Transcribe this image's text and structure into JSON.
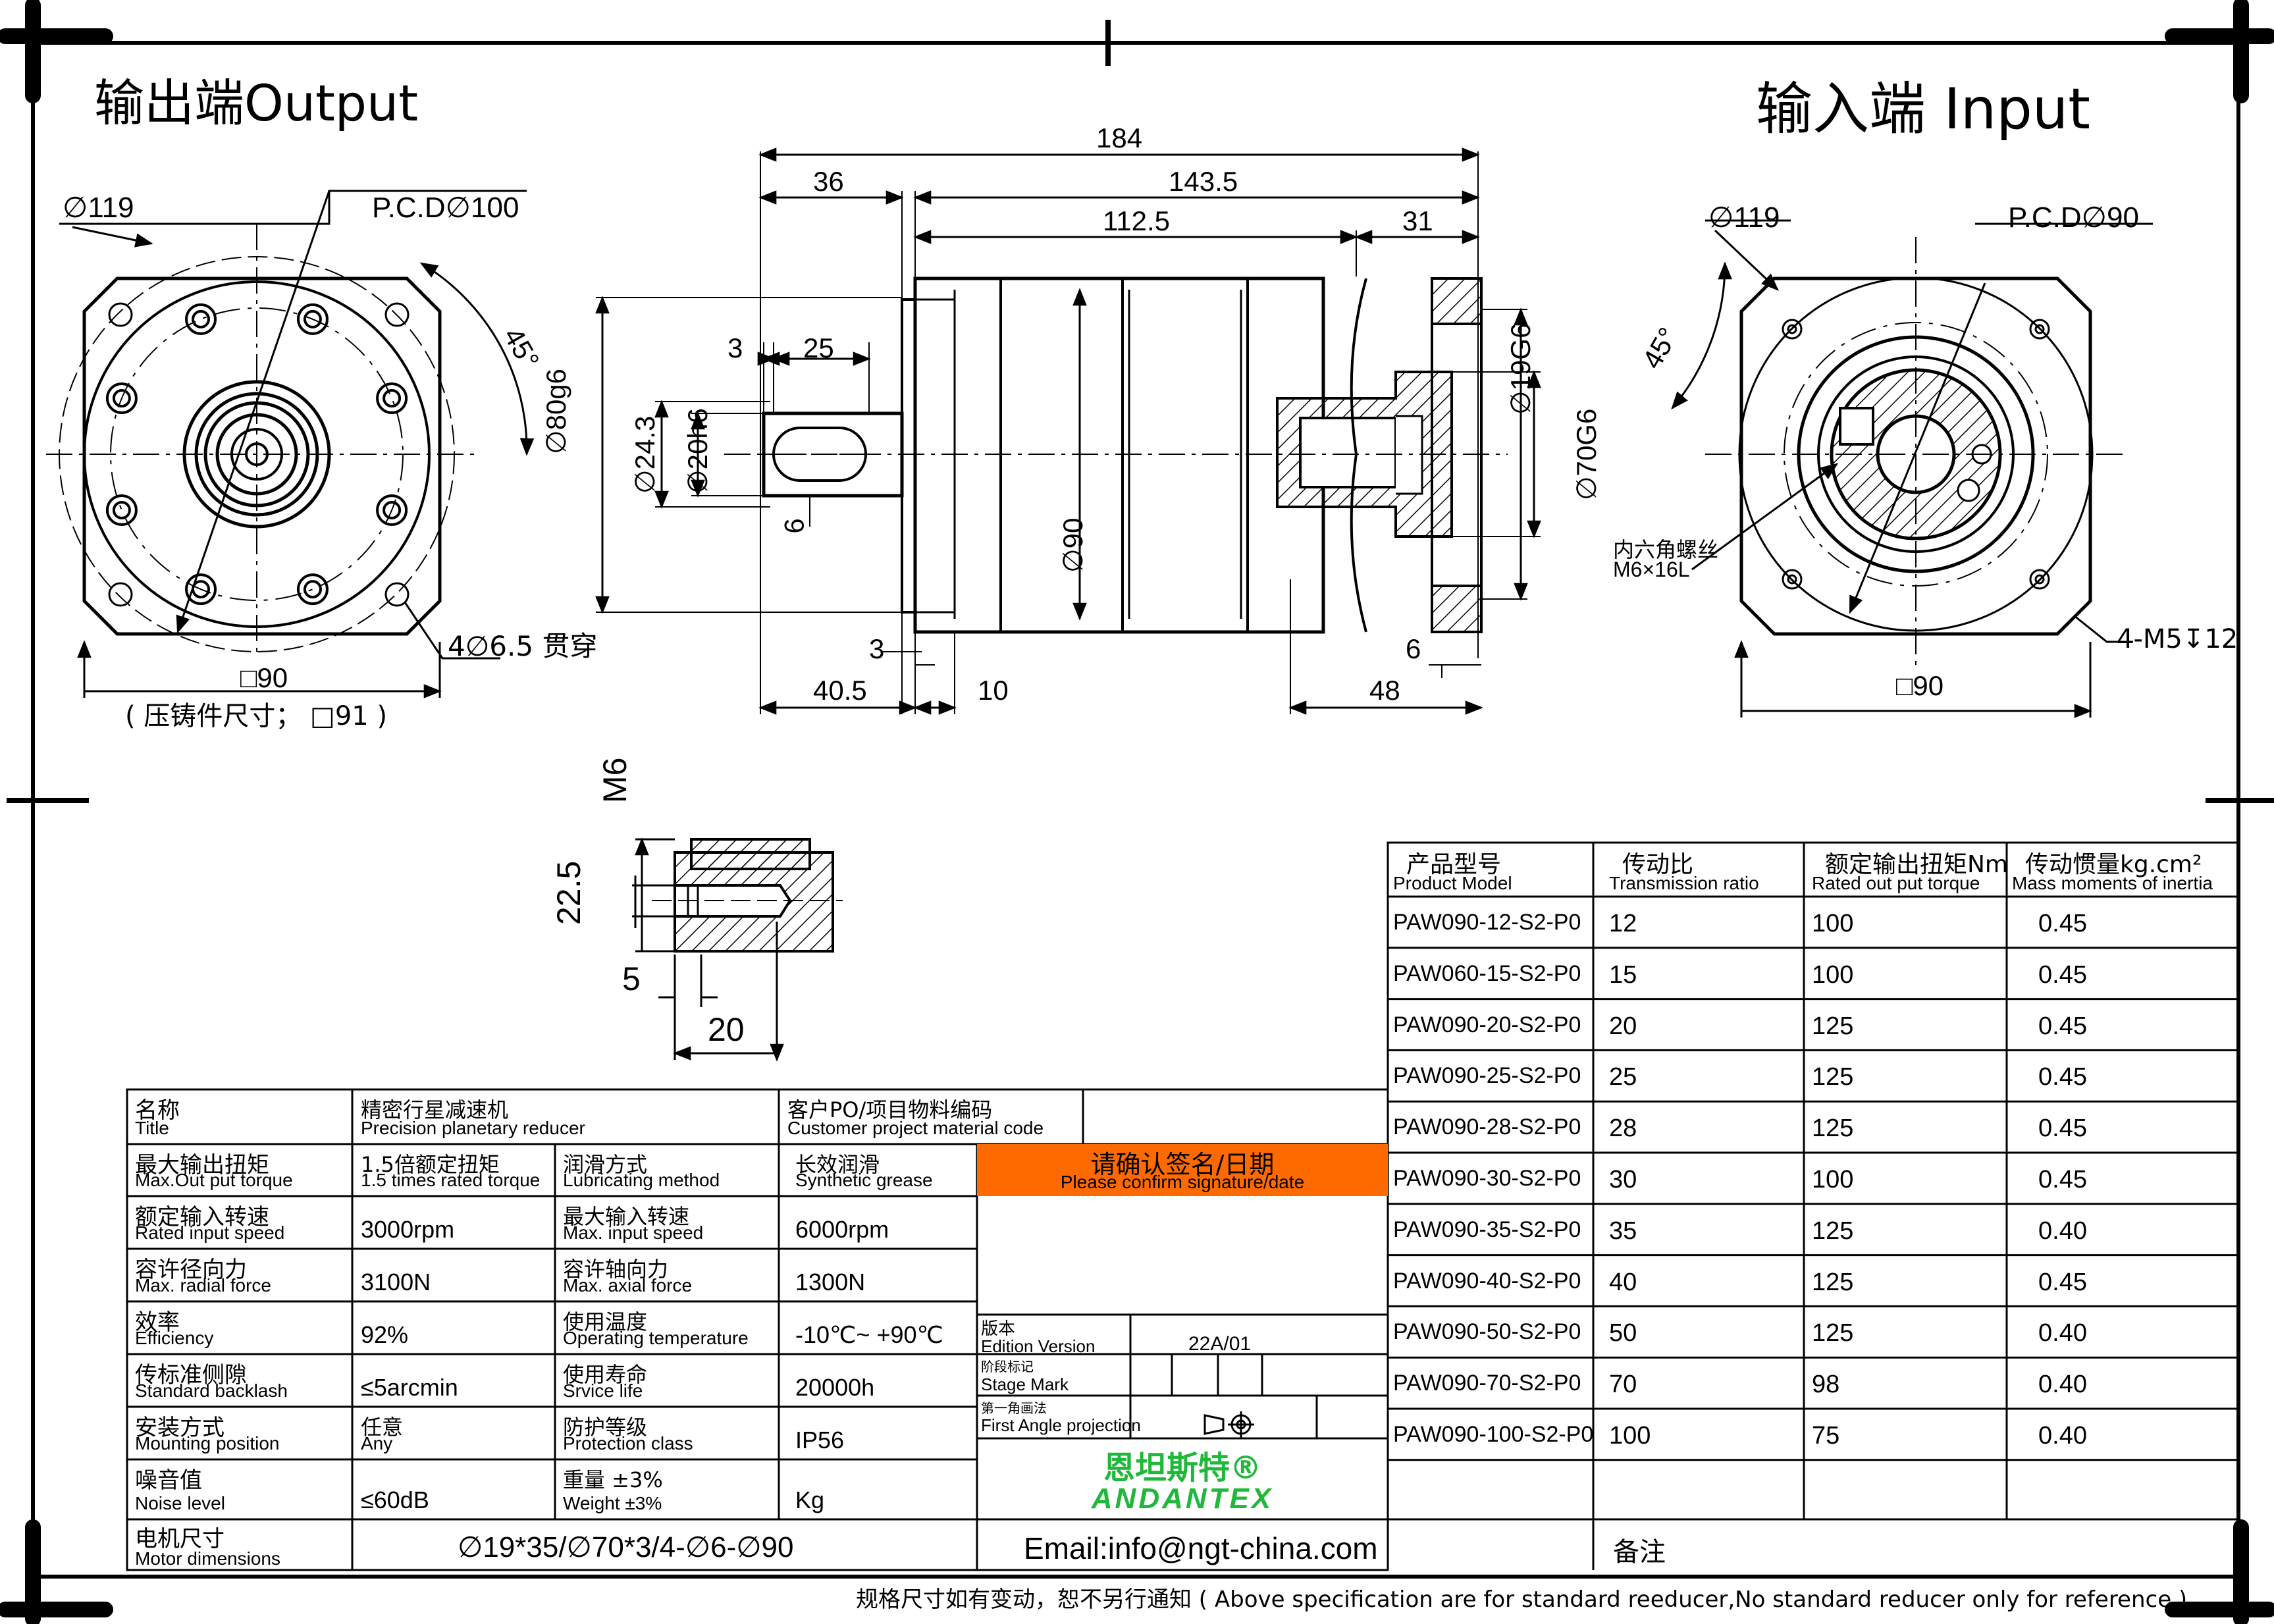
{
  "headings": {
    "output": "输出端Output",
    "input": "输入端 Input"
  },
  "output_view": {
    "dia_outer": "∅119",
    "pcd": "P.C.D∅100",
    "angle": "45°",
    "holes": "4∅6.5 贯穿",
    "square": "□90",
    "casting_note": "( 压铸件尺寸； □91 )"
  },
  "side_view": {
    "dims": {
      "total": "184",
      "d36": "36",
      "d143_5": "143.5",
      "d112_5": "112.5",
      "d31": "31",
      "d3_top": "3",
      "d25": "25",
      "d6_key": "6",
      "d3_bottom": "3",
      "d40_5": "40.5",
      "d10": "10",
      "d48": "48",
      "d6_bottom": "6",
      "dia80": "∅80g6",
      "dia24_3": "∅24.3",
      "dia20": "∅20h6",
      "dia90": "∅90",
      "dia19": "∅19G6",
      "dia70": "∅70G6"
    }
  },
  "input_view": {
    "dia_outer": "∅119",
    "pcd": "P.C.D∅90",
    "angle": "45°",
    "screw_note_cn": "内六角螺丝",
    "screw_note": "M6×16L",
    "tapped_holes": "4-M5↧12",
    "square": "□90"
  },
  "thread_detail": {
    "m6": "M6",
    "d22_5": "22.5",
    "d5": "5",
    "d20": "20"
  },
  "spec_table": {
    "rows": [
      {
        "cn": "名称",
        "en": "Title",
        "v1cn": "精密行星减速机",
        "v1en": "Precision planetary reducer",
        "k2cn": "客户PO/项目物料编码",
        "k2en": "Customer project material code",
        "v2": ""
      },
      {
        "cn": "最大输出扭矩",
        "en": "Max.Out put torque",
        "v1cn": "1.5倍额定扭矩",
        "v1en": "1.5 times rated torque",
        "k2cn": "润滑方式",
        "k2en": "Lubricating method",
        "v2cn": "长效润滑",
        "v2en": "Synthetic grease"
      },
      {
        "cn": "额定输入转速",
        "en": "Rated input speed",
        "v1": "3000rpm",
        "k2cn": "最大输入转速",
        "k2en": "Max. input speed",
        "v2": "6000rpm"
      },
      {
        "cn": "容许径向力",
        "en": "Max. radial force",
        "v1": "3100N",
        "k2cn": "容许轴向力",
        "k2en": "Max. axial force",
        "v2": "1300N"
      },
      {
        "cn": "效率",
        "en": "Efficiency",
        "v1": "92%",
        "k2cn": "使用温度",
        "k2en": "Operating temperature",
        "v2": "-10℃~ +90℃"
      },
      {
        "cn": "传标准侧隙",
        "en": "Standard backlash",
        "v1": "≤5arcmin",
        "k2cn": "使用寿命",
        "k2en": "Srvice life",
        "v2": "20000h"
      },
      {
        "cn": "安装方式",
        "en": "Mounting position",
        "v1cn": "任意",
        "v1en": "Any",
        "k2cn": "防护等级",
        "k2en": "Protection class",
        "v2": "IP56"
      },
      {
        "cn": "噪音值",
        "en": "Noise level",
        "v1": "≤60dB",
        "k2cn": "重量 ±3%",
        "k2en": "Weight ±3%",
        "v2": "Kg"
      }
    ],
    "motor": {
      "cn": "电机尺寸",
      "en": "Motor dimensions",
      "value": "∅19*35/∅70*3/4-∅6-∅90"
    },
    "email": "Email:info@ngt-china.com",
    "remark": "备注"
  },
  "confirm": {
    "cn": "请确认签名/日期",
    "en": "Please confirm signature/date",
    "edition_cn": "版本",
    "edition_en": "Edition Version",
    "edition_value": "22A/01",
    "stage_cn": "阶段标记",
    "stage_en": "Stage Mark",
    "projection_cn": "第一角画法",
    "projection_en": "First Angle projection",
    "brand_cn": "恩坦斯特®",
    "brand_en": "ANDANTEX"
  },
  "model_table": {
    "headers": [
      {
        "cn": "产品型号",
        "en": "Product Model"
      },
      {
        "cn": "传动比",
        "en": "Transmission ratio"
      },
      {
        "cn": "额定输出扭矩Nm",
        "en": "Rated out put torque"
      },
      {
        "cn": "传动惯量kg.cm²",
        "en": "Mass moments of inertia"
      }
    ],
    "rows": [
      [
        "PAW090-12-S2-P0",
        "12",
        "100",
        "0.45"
      ],
      [
        "PAW060-15-S2-P0",
        "15",
        "100",
        "0.45"
      ],
      [
        "PAW090-20-S2-P0",
        "20",
        "125",
        "0.45"
      ],
      [
        "PAW090-25-S2-P0",
        "25",
        "125",
        "0.45"
      ],
      [
        "PAW090-28-S2-P0",
        "28",
        "125",
        "0.45"
      ],
      [
        "PAW090-30-S2-P0",
        "30",
        "100",
        "0.45"
      ],
      [
        "PAW090-35-S2-P0",
        "35",
        "125",
        "0.40"
      ],
      [
        "PAW090-40-S2-P0",
        "40",
        "125",
        "0.45"
      ],
      [
        "PAW090-50-S2-P0",
        "50",
        "125",
        "0.40"
      ],
      [
        "PAW090-70-S2-P0",
        "70",
        "98",
        "0.40"
      ],
      [
        "PAW090-100-S2-P0",
        "100",
        "75",
        "0.40"
      ]
    ]
  },
  "footer": "规格尺寸如有变动，恕不另行通知 ( Above specification are for standard reeducer,No standard reducer only for reference )",
  "colors": {
    "accent": "#ff6a00",
    "brand": "#1fb83a"
  }
}
